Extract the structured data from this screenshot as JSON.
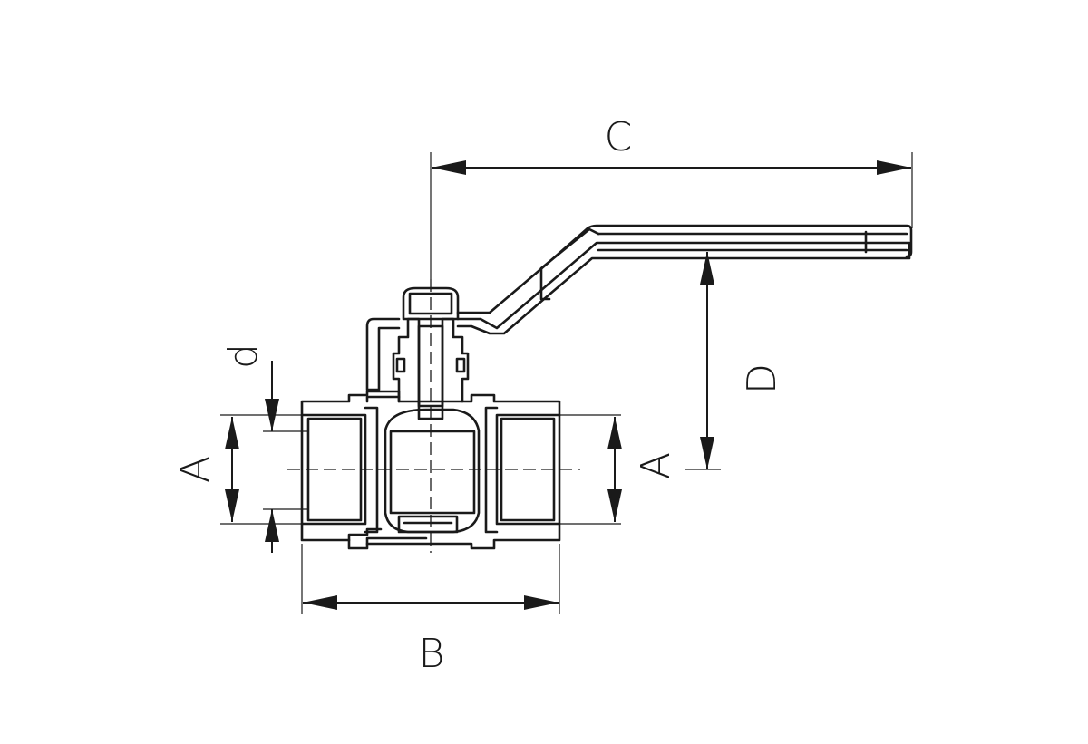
{
  "dimensions": {
    "C": "C",
    "D": "D",
    "B": "B",
    "A_left": "A",
    "A_right": "A",
    "d": "d"
  },
  "colors": {
    "line": "#1a1a1a",
    "background": "#ffffff"
  }
}
